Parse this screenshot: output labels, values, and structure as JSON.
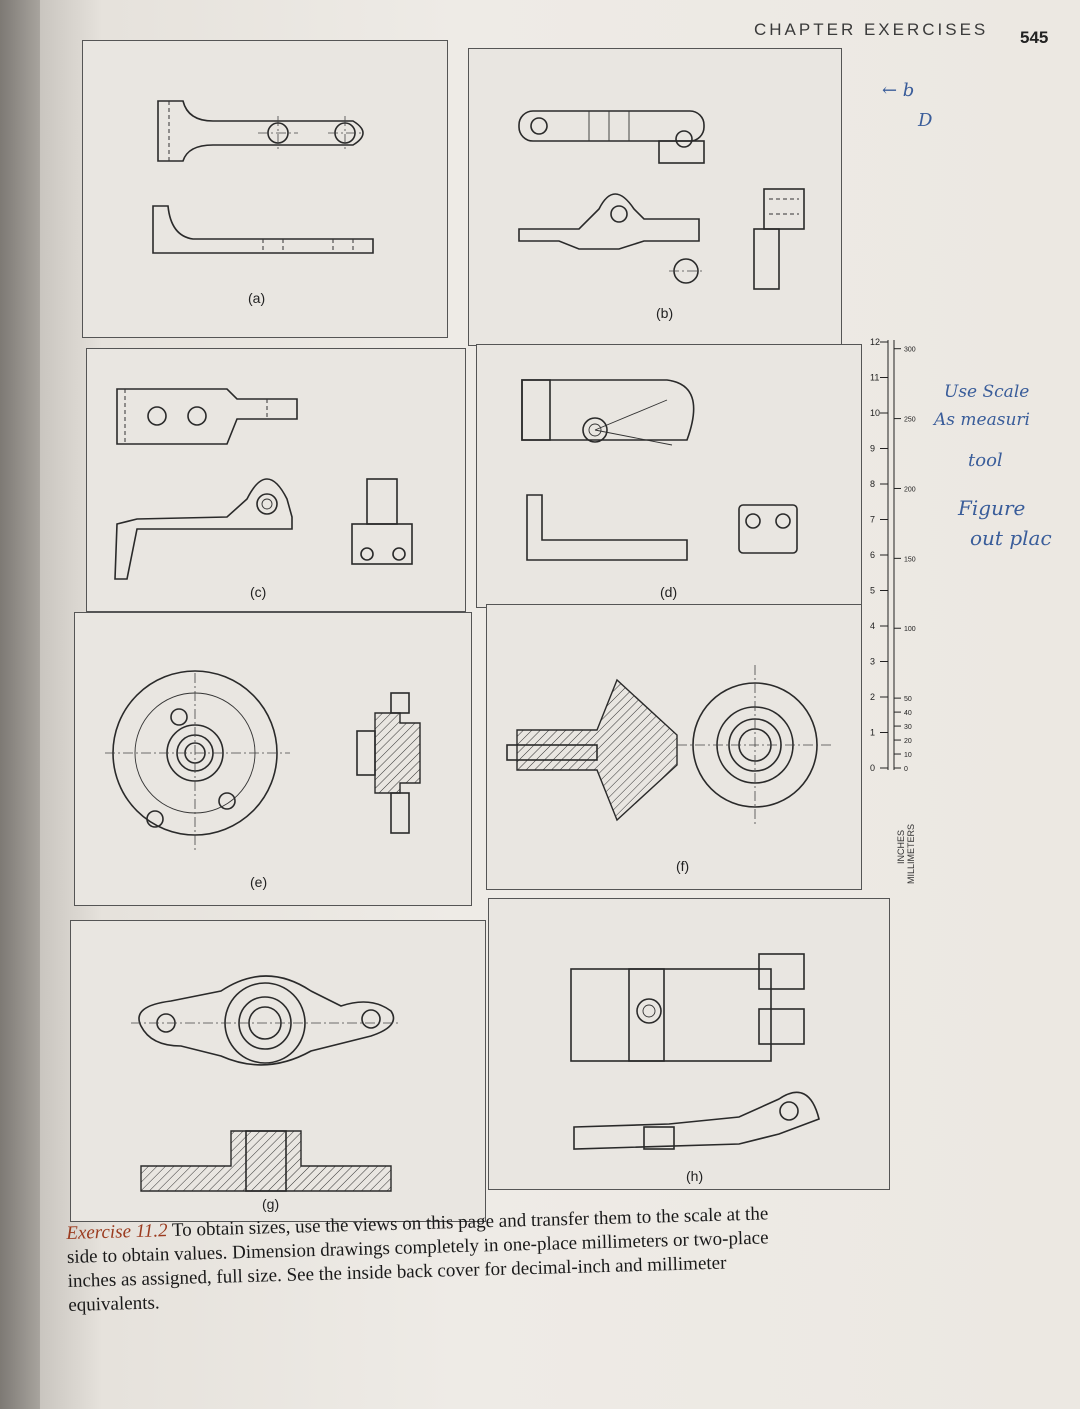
{
  "header": {
    "title": "CHAPTER EXERCISES",
    "page_number": "545"
  },
  "panels": [
    {
      "id": "a",
      "label": "(a)"
    },
    {
      "id": "b",
      "label": "(b)"
    },
    {
      "id": "c",
      "label": "(c)"
    },
    {
      "id": "d",
      "label": "(d)"
    },
    {
      "id": "e",
      "label": "(e)"
    },
    {
      "id": "f",
      "label": "(f)"
    },
    {
      "id": "g",
      "label": "(g)"
    },
    {
      "id": "h",
      "label": "(h)"
    }
  ],
  "scale": {
    "inches_label": "INCHES",
    "millimeters_label": "MILLIMETERS",
    "inch_ticks": [
      "0",
      "1",
      "2",
      "3",
      "4",
      "5",
      "6",
      "7",
      "8",
      "9",
      "10",
      "11",
      "12"
    ],
    "mm_ticks": [
      "0",
      "10",
      "20",
      "30",
      "40",
      "50",
      "100",
      "150",
      "200",
      "250",
      "300"
    ]
  },
  "handwriting": {
    "note1": "← b",
    "note2": "D",
    "note3": "Use Scale",
    "note4": "As measuri",
    "note5": "tool",
    "note6": "Figure",
    "note7": "out plac"
  },
  "caption": {
    "exercise": "Exercise 11.2",
    "text": "To obtain sizes, use the views on this page and transfer them to the scale at the side to obtain values. Dimension drawings completely in one-place millimeters or two-place inches as assigned, full size. See the inside back cover for decimal-inch and millimeter equivalents."
  }
}
